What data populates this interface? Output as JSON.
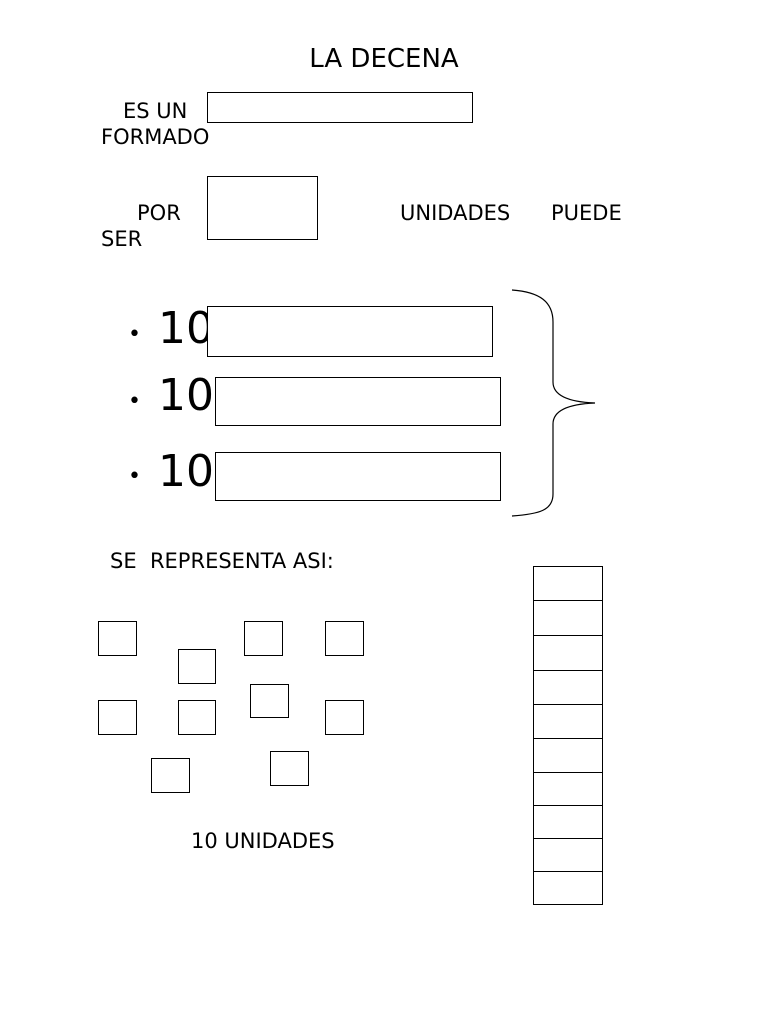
{
  "title": "LA DECENA",
  "definition": {
    "line1_prefix": "ES UN",
    "line1_suffix": "FORMADO",
    "line2_prefix": "POR",
    "line2_suffix": "SER",
    "units_label": "UNIDADES",
    "puede_label": "PUEDE"
  },
  "options": {
    "bullet": "•",
    "items": [
      {
        "number": "10",
        "answer": ""
      },
      {
        "number": "10",
        "answer": ""
      },
      {
        "number": "10",
        "answer": ""
      }
    ]
  },
  "representation": {
    "heading": "SE  REPRESENTA ASI:",
    "units_caption": "10 UNIDADES",
    "unit_squares_count": 10,
    "tower_cells_count": 10
  },
  "colors": {
    "ink": "#000000",
    "paper": "#ffffff"
  }
}
